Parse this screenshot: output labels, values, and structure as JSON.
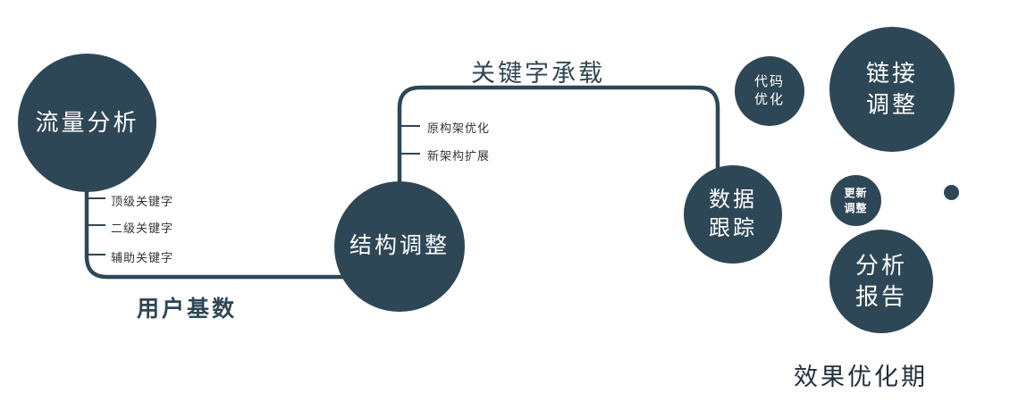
{
  "colors": {
    "primary": "#2e4756",
    "caption": "#222f3d",
    "branch_text": "#333333"
  },
  "nodes": {
    "traffic": "流量分析",
    "structure": "结构调整",
    "tracking": "数据\n跟踪",
    "code": "代码\n优化",
    "link": "链接\n调整",
    "update": "更新\n调整",
    "report": "分析\n报告"
  },
  "edges": {
    "user_base": "用户基数",
    "keyword_carry": "关键字承载"
  },
  "branches": {
    "traffic": [
      "顶级关键字",
      "二级关键字",
      "辅助关键字"
    ],
    "structure": [
      "原构架优化",
      "新架构扩展"
    ]
  },
  "caption": "效果优化期"
}
